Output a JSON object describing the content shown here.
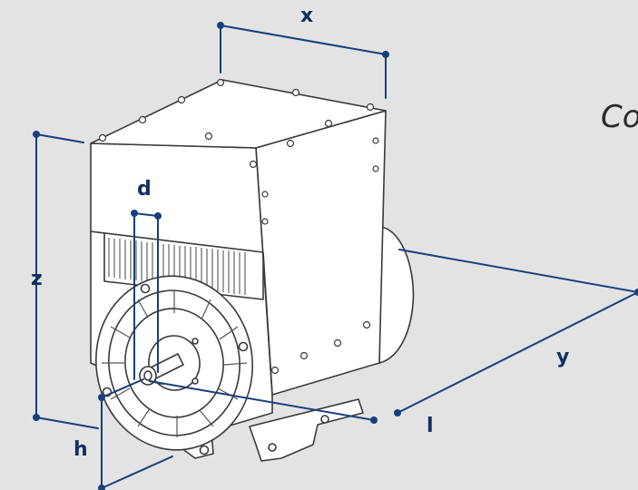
{
  "diagram": {
    "labels": {
      "x": "x",
      "y": "y",
      "z": "z",
      "d": "d",
      "l": "l",
      "h": "h"
    },
    "cut_text": "Co"
  },
  "colors": {
    "background": "#e3e3e4",
    "dimension": "#1a3f7a",
    "label": "#12305e",
    "outline": "#3a3a3a",
    "body": "#ffffff"
  }
}
